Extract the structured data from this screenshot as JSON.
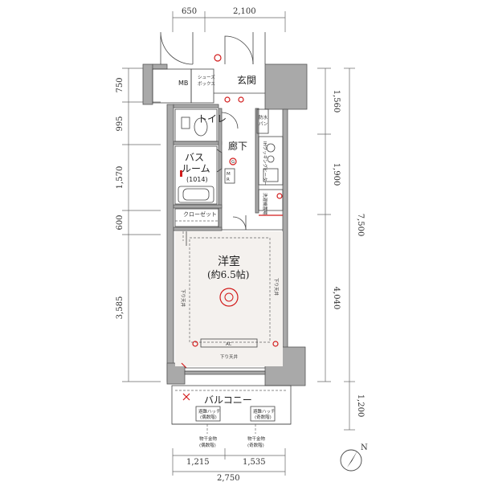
{
  "dimensions": {
    "top": [
      "650",
      "2,100"
    ],
    "left": [
      "750",
      "995",
      "1,570",
      "600",
      "3,585"
    ],
    "right_inner": [
      "1,560",
      "1,900",
      "4,040"
    ],
    "right_outer": [
      "7,500",
      "1,200"
    ],
    "bottom_segments": [
      "1,215",
      "1,535"
    ],
    "bottom_total": "2,750"
  },
  "rooms": {
    "genkan": "玄関",
    "toilet": "トイレ",
    "rouka": "廊下",
    "bath_line1": "バス",
    "bath_line2": "ルーム",
    "bath_size": "(1014)",
    "closet": "クローゼット",
    "youshitsu": "洋室",
    "youshitsu_size": "(約6.5帖)",
    "balcony": "バルコニー"
  },
  "fixtures": {
    "mb": "MB",
    "shoebox_line1": "シューズ",
    "shoebox_line2": "ボックス",
    "bousui_line1": "防水",
    "bousui_line2": "パン",
    "kitchen": "IHクッキングヒーター",
    "washer": "洗濯機置場",
    "ac": "AC",
    "ceiling_left": "下り天井",
    "ceiling_right": "下り天井",
    "ceiling_bottom": "下り天井",
    "hatch_left_line1": "避難ハッチ",
    "hatch_left_line2": "(偶数階)",
    "hatch_right_line1": "避難ハッチ",
    "hatch_right_line2": "(奇数階)",
    "laundry_left_line1": "物干金物",
    "laundry_left_line2": "(偶数階)",
    "laundry_right_line1": "物干金物",
    "laundry_right_line2": "(奇数階)"
  },
  "symbols": {
    "gas_meter": "G",
    "mr": "M",
    "mr2": "R"
  },
  "compass": {
    "north": "N"
  },
  "colors": {
    "wall": "#a9a9a9",
    "accent": "#d21b1b",
    "line": "#444444"
  }
}
